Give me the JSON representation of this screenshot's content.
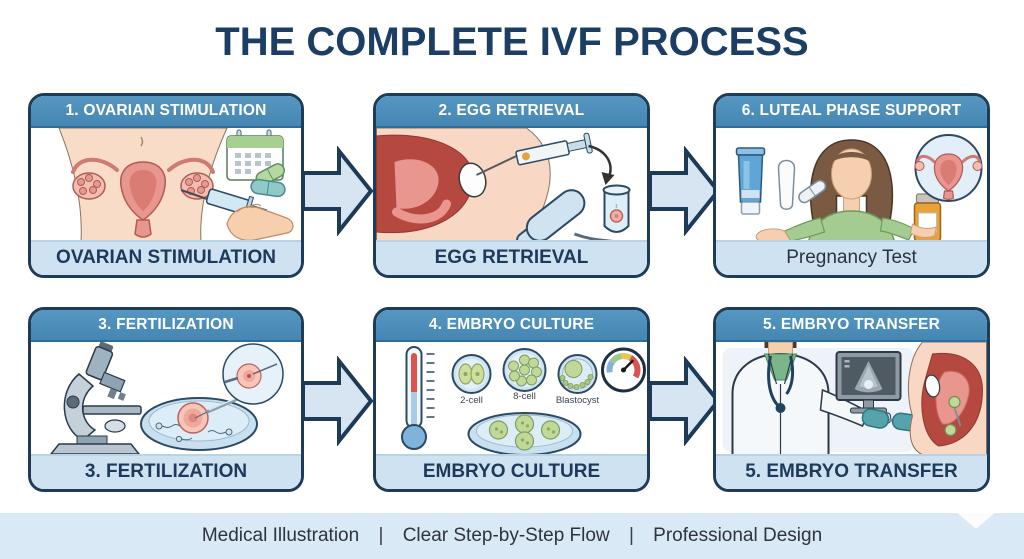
{
  "title": "THE COMPLETE IVF PROCESS",
  "panels": [
    {
      "header": "1. OVARIAN STIMULATION",
      "caption": "OVARIAN STIMULATION"
    },
    {
      "header": "2. EGG RETRIEVAL",
      "caption": "EGG RETRIEVAL"
    },
    {
      "header": "6. LUTEAL PHASE SUPPORT",
      "caption": "Pregnancy Test"
    },
    {
      "header": "3. FERTILIZATION",
      "caption": "3. FERTILIZATION"
    },
    {
      "header": "4. EMBRYO CULTURE",
      "caption": "EMBRYO CULTURE",
      "cell_labels": {
        "two_cell": "2-cell",
        "eight_cell": "8-cell",
        "blastocyst": "Blastocyst"
      }
    },
    {
      "header": "5. EMBRYO TRANSFER",
      "caption": "5. EMBRYO TRANSFER"
    }
  ],
  "footer": {
    "items": [
      "Medical Illustration",
      "Clear Step-by-Step Flow",
      "Professional Design"
    ],
    "separator": "|"
  },
  "colors": {
    "title": "#1c3e64",
    "header_blue": "#4a8cb8",
    "panel_border": "#1e3b58",
    "caption_bg": "#cfe2f1",
    "footer_bg": "#d9e9f6",
    "arrow_fill": "#d7e5f3"
  }
}
